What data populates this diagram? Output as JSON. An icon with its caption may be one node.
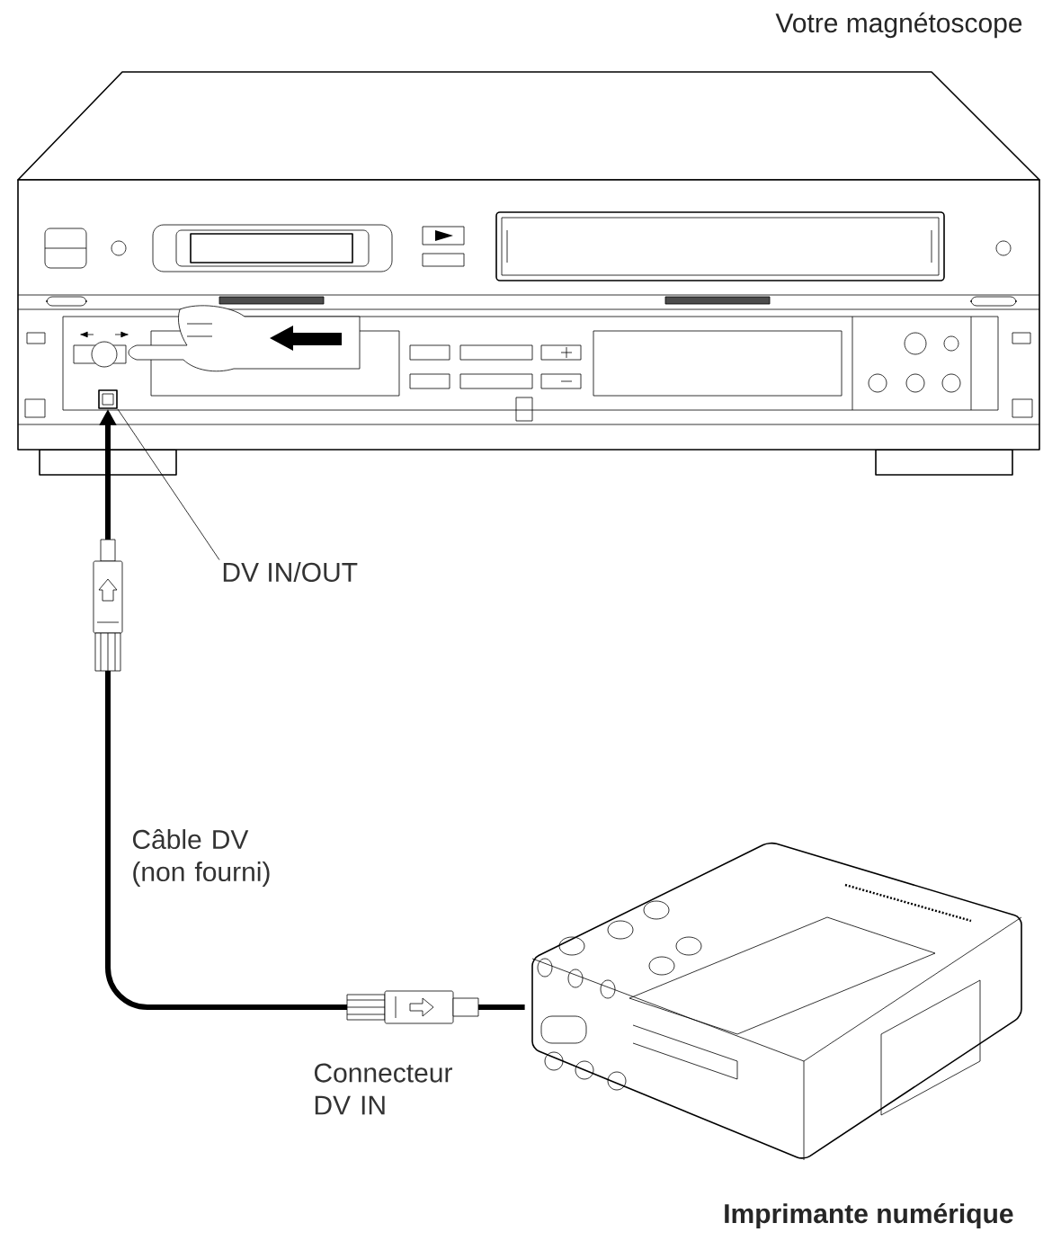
{
  "diagram": {
    "nodes": [
      {
        "text": [],
        "shape": "picture",
        "beside": [
          "Votre magnétoscope"
        ]
      },
      {
        "text": [],
        "shape": "box",
        "in": 0
      },
      {
        "text": [
          "DV IN/OUT"
        ]
      },
      {
        "text": [],
        "shape": "picture",
        "beside": [
          "Imprimante numérique"
        ]
      }
    ],
    "edges": [
      {
        "from": 3,
        "to": 1,
        "arrow": "to",
        "label": "Câble DV (non fourni)",
        "style": "thick"
      },
      {
        "from": 2,
        "to": 1,
        "arrow": "none"
      }
    ],
    "labels": [
      "Connecteur DV IN"
    ]
  }
}
